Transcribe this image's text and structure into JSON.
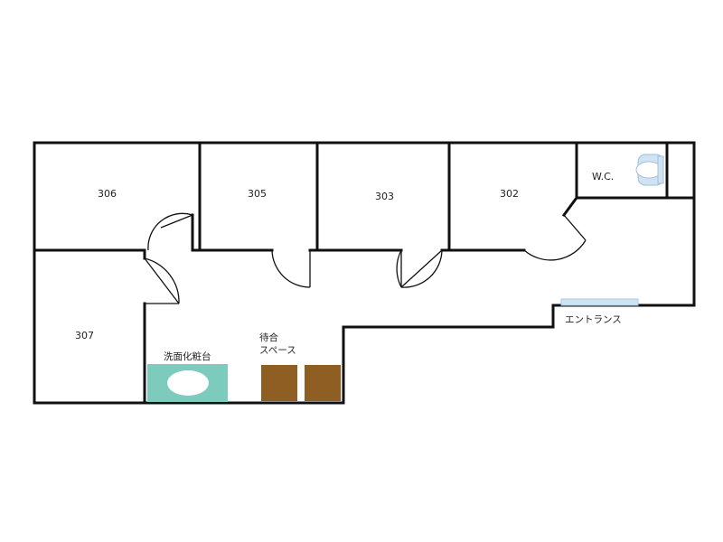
{
  "rooms": {
    "r306": "306",
    "r305": "305",
    "r303": "303",
    "r302": "302",
    "r307": "307",
    "wc": "W.C."
  },
  "fixtures": {
    "washbasin": "洗面化粧台",
    "waiting_line1": "待合",
    "waiting_line2": "スペース",
    "entrance": "エントランス"
  },
  "colors": {
    "wall": "#111111",
    "washbasin": "#7ccbbd",
    "waiting_seat": "#8e5e22",
    "entrance": "#cfe3f3",
    "toilet": "#cfe3f3"
  },
  "icons": {
    "toilet": "toilet-icon",
    "washbasin": "washbasin-icon",
    "seat": "chair-icon",
    "door": "door-swing-icon"
  }
}
